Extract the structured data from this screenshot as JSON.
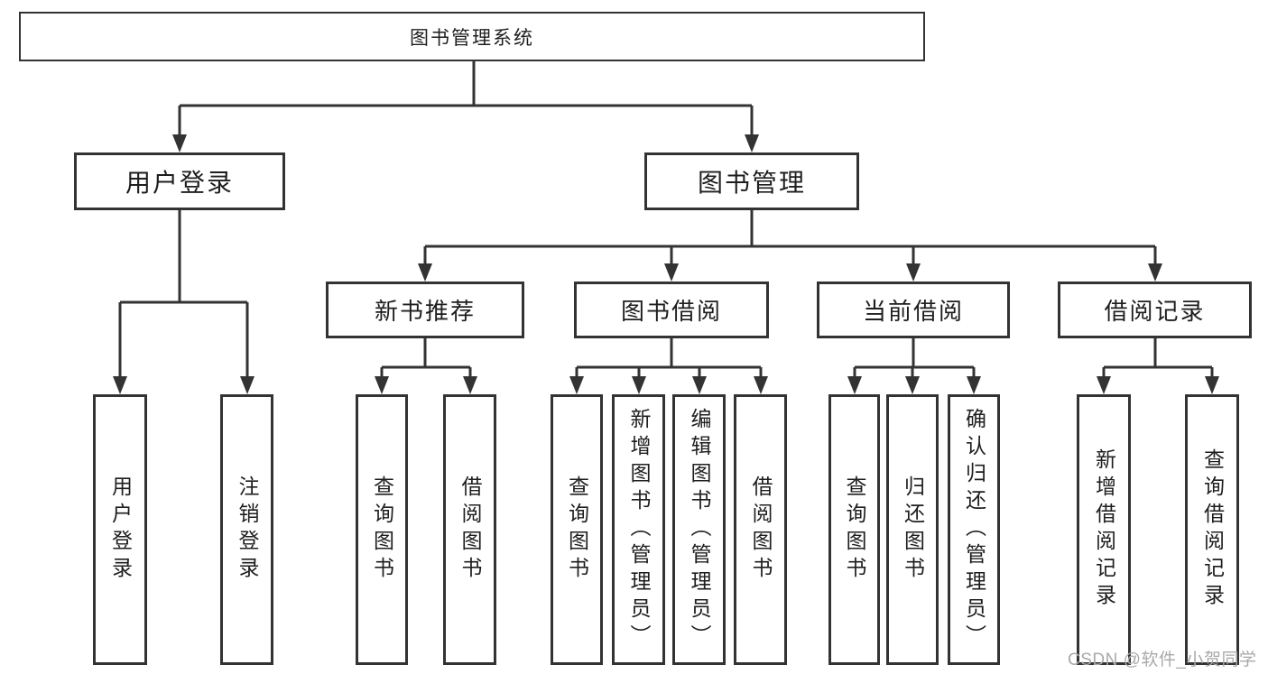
{
  "diagram": {
    "type": "tree-diagram",
    "title": "图书管理系统",
    "watermark": "CSDN @软件_小贺同学",
    "colors": {
      "background": "#ffffff",
      "line": "#333333",
      "box_border": "#333333",
      "text": "#1e1e1e",
      "watermark": "#a9a9a9"
    },
    "nodes": {
      "root": {
        "label": "图书管理系统",
        "level": 1
      },
      "user_login": {
        "label": "用户登录",
        "level": 2,
        "parent": "root"
      },
      "book_mgmt": {
        "label": "图书管理",
        "level": 2,
        "parent": "root"
      },
      "new_book_rec": {
        "label": "新书推荐",
        "level": 3,
        "parent": "book_mgmt"
      },
      "book_borrow": {
        "label": "图书借阅",
        "level": 3,
        "parent": "book_mgmt"
      },
      "current_borrow": {
        "label": "当前借阅",
        "level": 3,
        "parent": "book_mgmt"
      },
      "borrow_records": {
        "label": "借阅记录",
        "level": 3,
        "parent": "book_mgmt"
      },
      "leaf_user_login": {
        "label": "用户登录",
        "level": 4,
        "parent": "user_login"
      },
      "leaf_logout": {
        "label": "注销登录",
        "level": 4,
        "parent": "user_login"
      },
      "leaf_query_book_rec": {
        "label": "查询图书",
        "level": 4,
        "parent": "new_book_rec"
      },
      "leaf_borrow_book_rec": {
        "label": "借阅图书",
        "level": 4,
        "parent": "new_book_rec"
      },
      "leaf_query_book_borrow": {
        "label": "查询图书",
        "level": 4,
        "parent": "book_borrow"
      },
      "leaf_add_book": {
        "label": "新增图书（管理员）",
        "level": 4,
        "parent": "book_borrow"
      },
      "leaf_edit_book": {
        "label": "编辑图书（管理员）",
        "level": 4,
        "parent": "book_borrow"
      },
      "leaf_borrow_book": {
        "label": "借阅图书",
        "level": 4,
        "parent": "book_borrow"
      },
      "leaf_query_book_current": {
        "label": "查询图书",
        "level": 4,
        "parent": "current_borrow"
      },
      "leaf_return_book": {
        "label": "归还图书",
        "level": 4,
        "parent": "current_borrow"
      },
      "leaf_confirm_return": {
        "label": "确认归还（管理员）",
        "level": 4,
        "parent": "current_borrow"
      },
      "leaf_add_record": {
        "label": "新增借阅记录",
        "level": 4,
        "parent": "borrow_records"
      },
      "leaf_query_record": {
        "label": "查询借阅记录",
        "level": 4,
        "parent": "borrow_records"
      }
    }
  }
}
